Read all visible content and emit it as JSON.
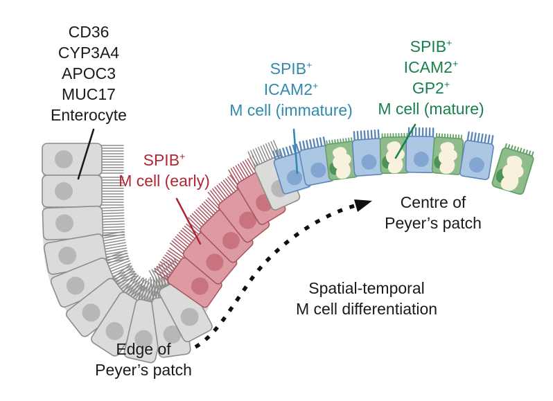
{
  "colors": {
    "text": "#1a1a1a",
    "red-text": "#b02631",
    "blue-text": "#3189ae",
    "green-text": "#19804d",
    "gray-body": "#dbdbd9",
    "gray-line": "#8c8c8a",
    "gray-nucleus": "#b7b7b5",
    "red-body": "#de9aa2",
    "red-line": "#a85762",
    "red-nucleus": "#c8737f",
    "blue-body": "#abc7e4",
    "blue-line": "#5d86b8",
    "blue-nucleus": "#82a5d2",
    "green-body": "#90bb8d",
    "green-line": "#63a066",
    "green-nucleus": "#4c9355",
    "pocket": "#f7f1de",
    "arrow": "#0f0f0f"
  },
  "plus": "+",
  "enterocyte_label": {
    "genes": [
      "CD36",
      "CYP3A4",
      "APOC3",
      "MUC17"
    ],
    "name": "Enterocyte"
  },
  "early_label": {
    "marker1": "SPIB",
    "name": "M cell (early)"
  },
  "immature_label": {
    "marker1": "SPIB",
    "marker2": "ICAM2",
    "name": "M cell (immature)"
  },
  "mature_label": {
    "marker1": "SPIB",
    "marker2": "ICAM2",
    "marker3": "GP2",
    "name": "M cell (mature)"
  },
  "annotations": {
    "centre_line1": "Centre of",
    "centre_line2": "Peyer’s patch",
    "edge_line1": "Edge of",
    "edge_line2": "Peyer’s patch",
    "process_line1": "Spatial-temporal",
    "process_line2": "M cell differentiation"
  }
}
